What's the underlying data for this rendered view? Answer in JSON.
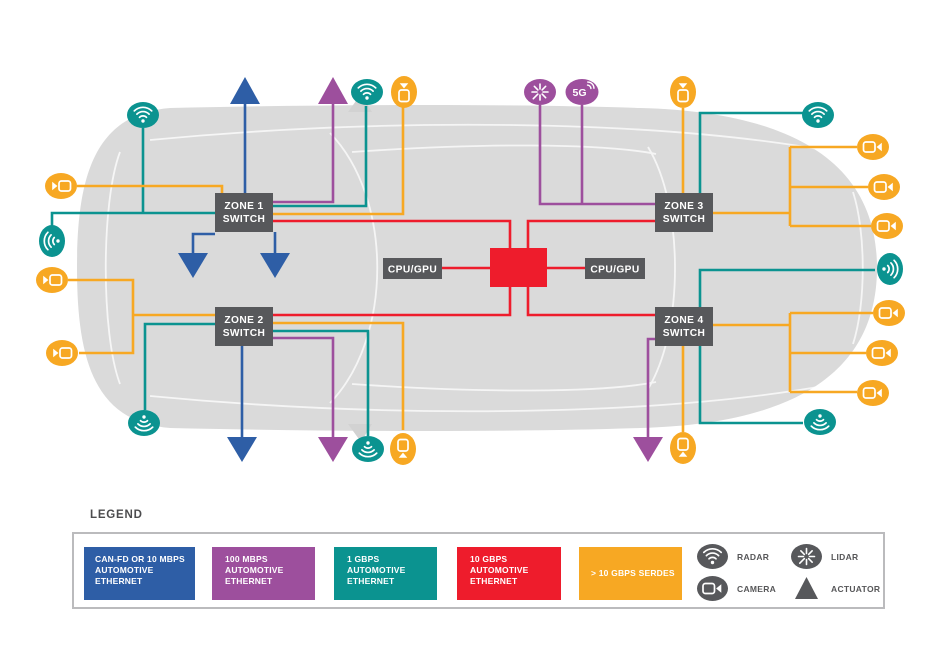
{
  "diagram": {
    "zones": [
      {
        "id": "zone1",
        "line1": "ZONE 1",
        "line2": "SWITCH"
      },
      {
        "id": "zone2",
        "line1": "ZONE 2",
        "line2": "SWITCH"
      },
      {
        "id": "zone3",
        "line1": "ZONE 3",
        "line2": "SWITCH"
      },
      {
        "id": "zone4",
        "line1": "ZONE 4",
        "line2": "SWITCH"
      }
    ],
    "compute_left_label": "CPU/GPU",
    "compute_right_label": "CPU/GPU",
    "g5_label": "5G"
  },
  "colors": {
    "can_fd_10mbps_blue": "#2e5ea6",
    "mbps_100_purple": "#9d4f9d",
    "gbps_1_teal": "#0b9390",
    "gbps_10_red": "#ee1c2c",
    "serdes_yellow": "#f7a823",
    "switch_box_gray": "#57585b",
    "car_body_gray": "#dadada"
  },
  "legend": {
    "title": "LEGEND",
    "speed_items": [
      {
        "color": "#2e5ea6",
        "lines": [
          "CAN-FD OR 10 MBPS",
          "AUTOMOTIVE",
          "ETHERNET"
        ]
      },
      {
        "color": "#9d4f9d",
        "lines": [
          "100 MBPS",
          "AUTOMOTIVE",
          "ETHERNET"
        ]
      },
      {
        "color": "#0b9390",
        "lines": [
          "1 GBPS",
          "AUTOMOTIVE",
          "ETHERNET"
        ]
      },
      {
        "color": "#ee1c2c",
        "lines": [
          "10 GBPS",
          "AUTOMOTIVE",
          "ETHERNET"
        ]
      },
      {
        "color": "#f7a823",
        "lines": [
          "> 10 GBPS SERDES"
        ]
      }
    ],
    "sensor_items": [
      {
        "icon": "radar-icon",
        "label": "RADAR"
      },
      {
        "icon": "camera-icon",
        "label": "CAMERA"
      },
      {
        "icon": "lidar-icon",
        "label": "LIDAR"
      },
      {
        "icon": "actuator-icon",
        "label": "ACTUATOR"
      }
    ]
  }
}
